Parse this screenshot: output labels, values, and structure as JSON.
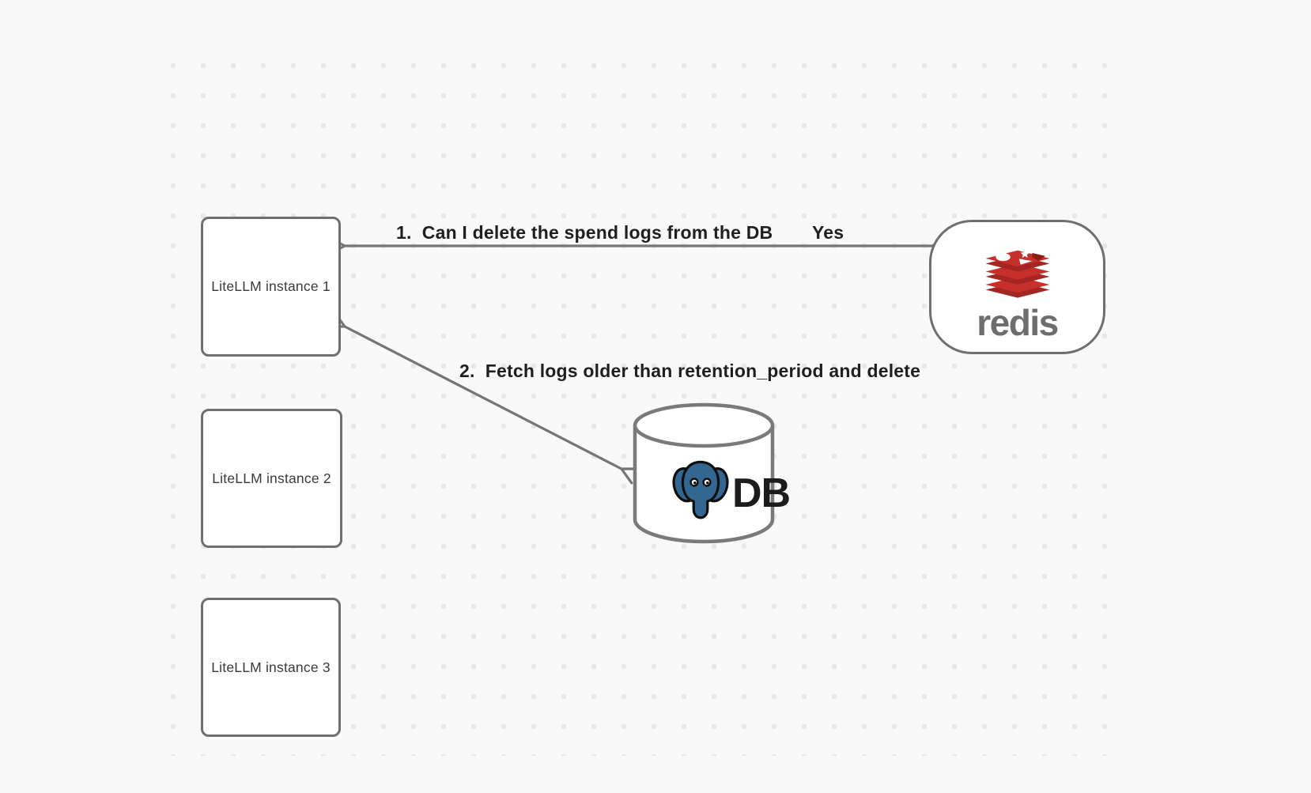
{
  "diagram": {
    "background": {
      "bg_color": "#F9F9F9",
      "dot_color": "#E7E7E7"
    },
    "instances": [
      {
        "label": "LiteLLM instance 1"
      },
      {
        "label": "LiteLLM instance 2"
      },
      {
        "label": "LiteLLM instance 3"
      }
    ],
    "redis_node": {
      "wordmark": "redis",
      "icon": "redis-stack-logo"
    },
    "db_node": {
      "label": "DB",
      "icon": "postgresql-elephant-logo",
      "shape": "database-cylinder"
    },
    "edges": {
      "instance1_redis": {
        "label": "1.  Can I delete the spend logs from the DB",
        "response": "Yes",
        "style": "double-headed-arrow"
      },
      "instance1_db": {
        "label": "2.  Fetch logs older than retention_period and delete",
        "style": "double-headed-arrow"
      }
    },
    "colors": {
      "node_border": "#6F6F6F",
      "arrow": "#757575",
      "annotation_text": "#1F1F1F",
      "node_label_text": "#3A3A3A",
      "redis_red": "#C6302B",
      "redis_dark_red": "#A32622",
      "redis_deep_red": "#8C1B10",
      "redis_wordmark_gray": "#6D6D6D",
      "postgres_blue": "#336791",
      "cylinder_border": "#7A7A7A"
    }
  }
}
